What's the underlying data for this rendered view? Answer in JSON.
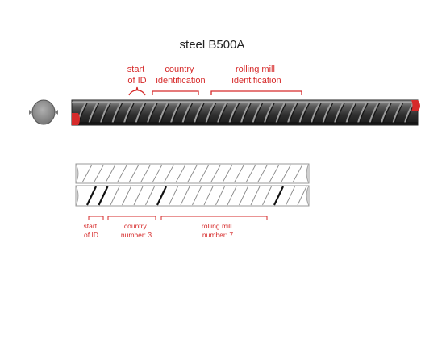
{
  "title": "steel  B500A",
  "upper_labels": {
    "start": [
      "start",
      "of ID"
    ],
    "country": [
      "country",
      "identification"
    ],
    "mill": [
      "rolling mill",
      "identification"
    ]
  },
  "lower_labels": {
    "start": [
      "start",
      "of ID"
    ],
    "country": [
      "country",
      "number: 3"
    ],
    "mill": [
      "rolling mill",
      "number: 7"
    ]
  },
  "colors": {
    "accent": "#d62a2a",
    "bar_dark": "#3a3a3a",
    "cross_section": "#8a8a8a",
    "outline": "#9a9a9a"
  },
  "marking": {
    "country_number": 3,
    "rolling_mill_number": 7
  }
}
